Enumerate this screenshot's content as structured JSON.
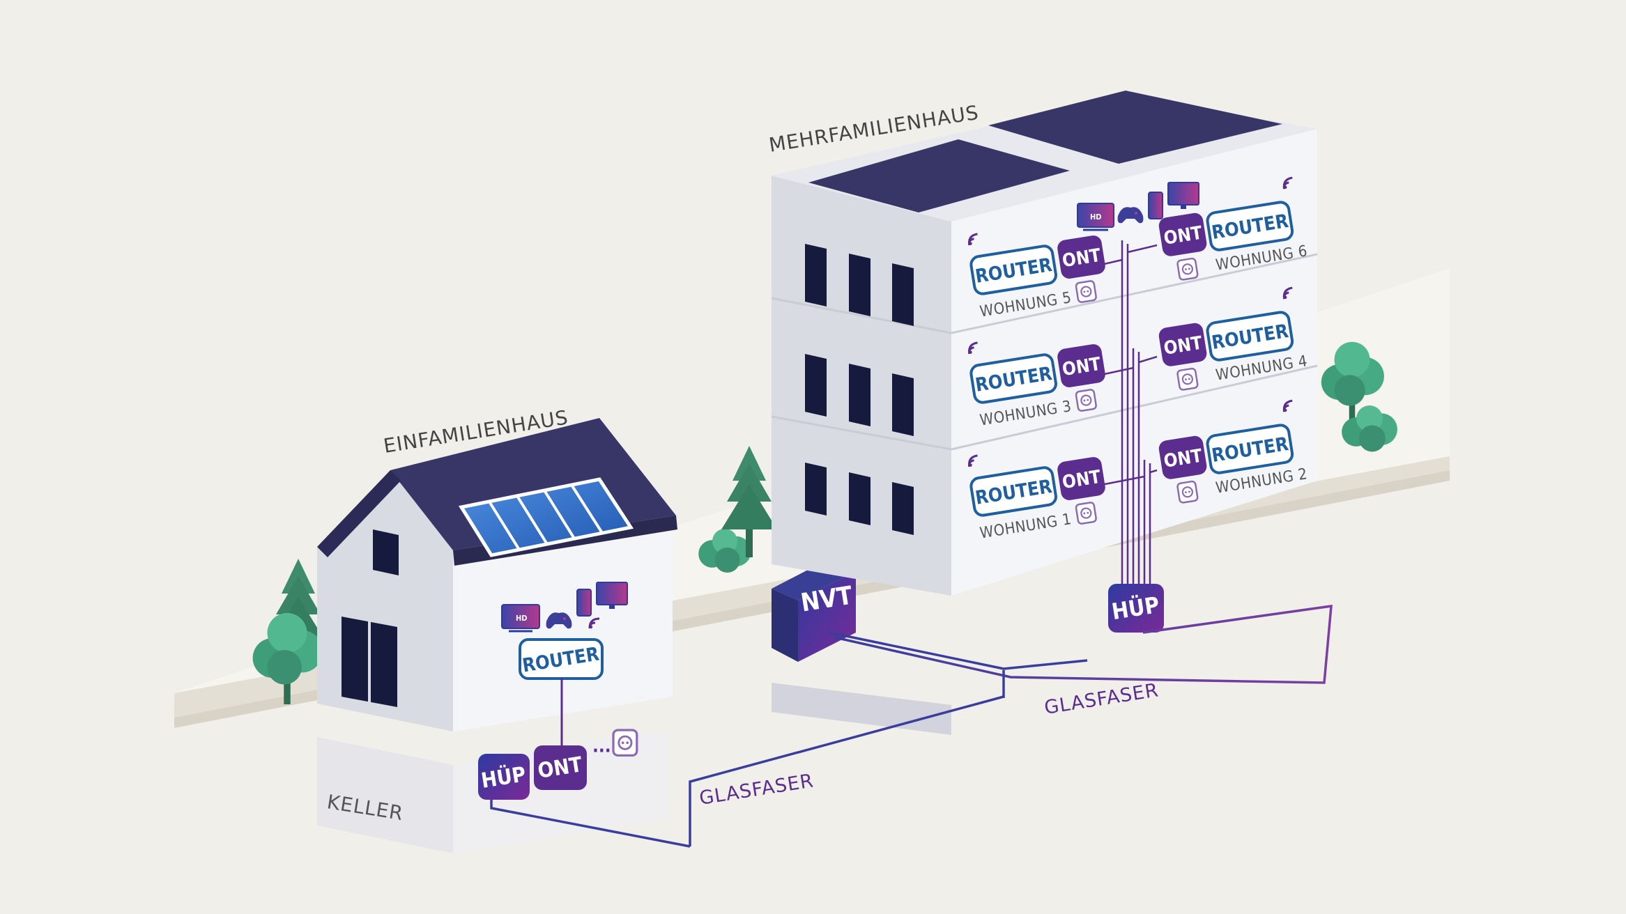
{
  "colors": {
    "background": "#f1efea",
    "roof": "#373667",
    "wall_light": "#f4f5f8",
    "wall_mid": "#d9dbe3",
    "wall_dark": "#a6a8b6",
    "window": "#161a3c",
    "ont_purple": "#5b2d8e",
    "hup_gradient_start": "#2f3b9e",
    "hup_gradient_end": "#7a2c98",
    "router_blue": "#1f5f9e",
    "fiber_blue": "#3d3d9a",
    "fiber_purple": "#7c3fa0",
    "label_gray": "#555555",
    "tree_green": "#3f9e7a"
  },
  "labels": {
    "single_family_house": "EINFAMILIENHAUS",
    "multi_family_house": "MEHRFAMILIENHAUS",
    "cellar": "KELLER",
    "fiber_left": "GLASFASER",
    "fiber_right": "GLASFASER",
    "nvt": "NVT",
    "hup_house": "HÜP",
    "ont_house": "ONT",
    "router_house": "ROUTER",
    "hup_building": "HÜP"
  },
  "icons": {
    "devices": [
      "hd-tv-icon",
      "gamepad-icon",
      "smartphone-icon",
      "monitor-icon"
    ],
    "wifi": "wifi-icon",
    "socket": "socket-icon",
    "solar": "solar-panel-icon"
  },
  "tv_badge": "HD",
  "apartments": [
    {
      "id": 5,
      "router": "ROUTER",
      "ont": "ONT",
      "name": "WOHNUNG 5"
    },
    {
      "id": 6,
      "router": "ROUTER",
      "ont": "ONT",
      "name": "WOHNUNG 6"
    },
    {
      "id": 3,
      "router": "ROUTER",
      "ont": "ONT",
      "name": "WOHNUNG 3"
    },
    {
      "id": 4,
      "router": "ROUTER",
      "ont": "ONT",
      "name": "WOHNUNG 4"
    },
    {
      "id": 1,
      "router": "ROUTER",
      "ont": "ONT",
      "name": "WOHNUNG 1"
    },
    {
      "id": 2,
      "router": "ROUTER",
      "ont": "ONT",
      "name": "WOHNUNG 2"
    }
  ]
}
